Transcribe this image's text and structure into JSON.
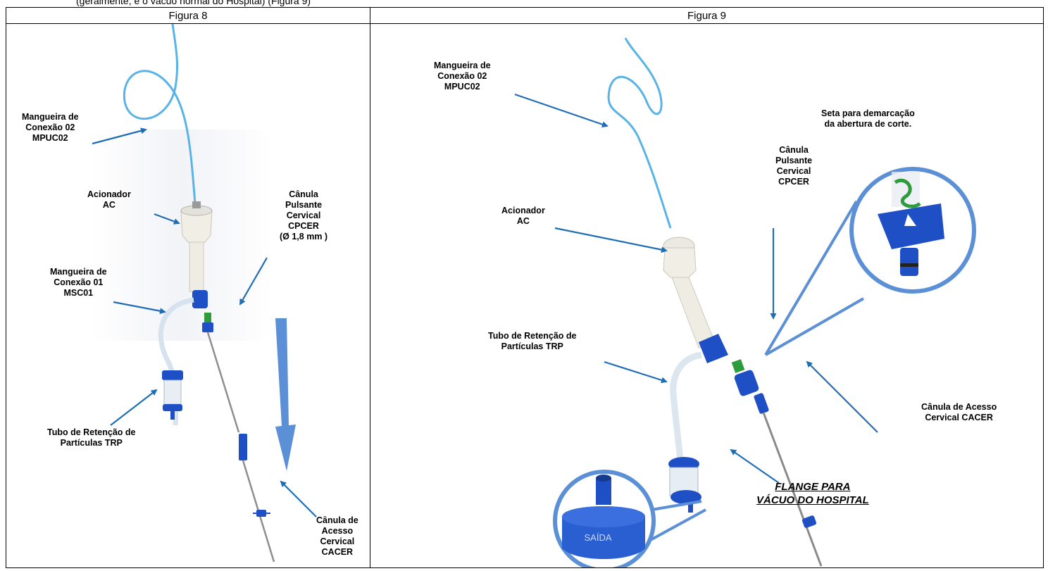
{
  "top_note": "(geralmente, é o vácuo normal do Hospital) (Figura 9)",
  "figures": [
    {
      "title": "Figura 8",
      "labels": {
        "mpuc02": [
          "Mangueira de",
          "Conexão 02",
          "MPUC02"
        ],
        "acionador": [
          "Acionador",
          "AC"
        ],
        "cpcer": [
          "Cânula",
          "Pulsante",
          "Cervical",
          "CPCER",
          "(Ø 1,8 mm )"
        ],
        "msc01": [
          "Mangueira de",
          "Conexão 01",
          "MSC01"
        ],
        "trp": [
          "Tubo de Retenção de",
          "Partículas TRP"
        ],
        "cacer": [
          "Cânula de",
          "Acesso",
          "Cervical",
          "CACER"
        ]
      }
    },
    {
      "title": "Figura 9",
      "labels": {
        "mpuc02": [
          "Mangueira de",
          "Conexão 02",
          "MPUC02"
        ],
        "seta": [
          "Seta para demarcação",
          "da abertura de corte."
        ],
        "cpcer": [
          "Cânula",
          "Pulsante",
          "Cervical",
          "CPCER"
        ],
        "acionador": [
          "Acionador",
          "AC"
        ],
        "trp": [
          "Tubo de Retenção de",
          "Partículas TRP"
        ],
        "cacer": [
          "Cânula de Acesso",
          "Cervical CACER"
        ],
        "flange": [
          "FLANGE PARA",
          "VÁCUO DO HOSPITAL"
        ],
        "saida": "SAÍDA"
      }
    }
  ],
  "colors": {
    "arrow": "#1f6db5",
    "hose": "#5ab3e6",
    "part_blue": "#1f4fc4",
    "white_part": "#f1eee6",
    "big_arrow": "#5b8fd6"
  }
}
